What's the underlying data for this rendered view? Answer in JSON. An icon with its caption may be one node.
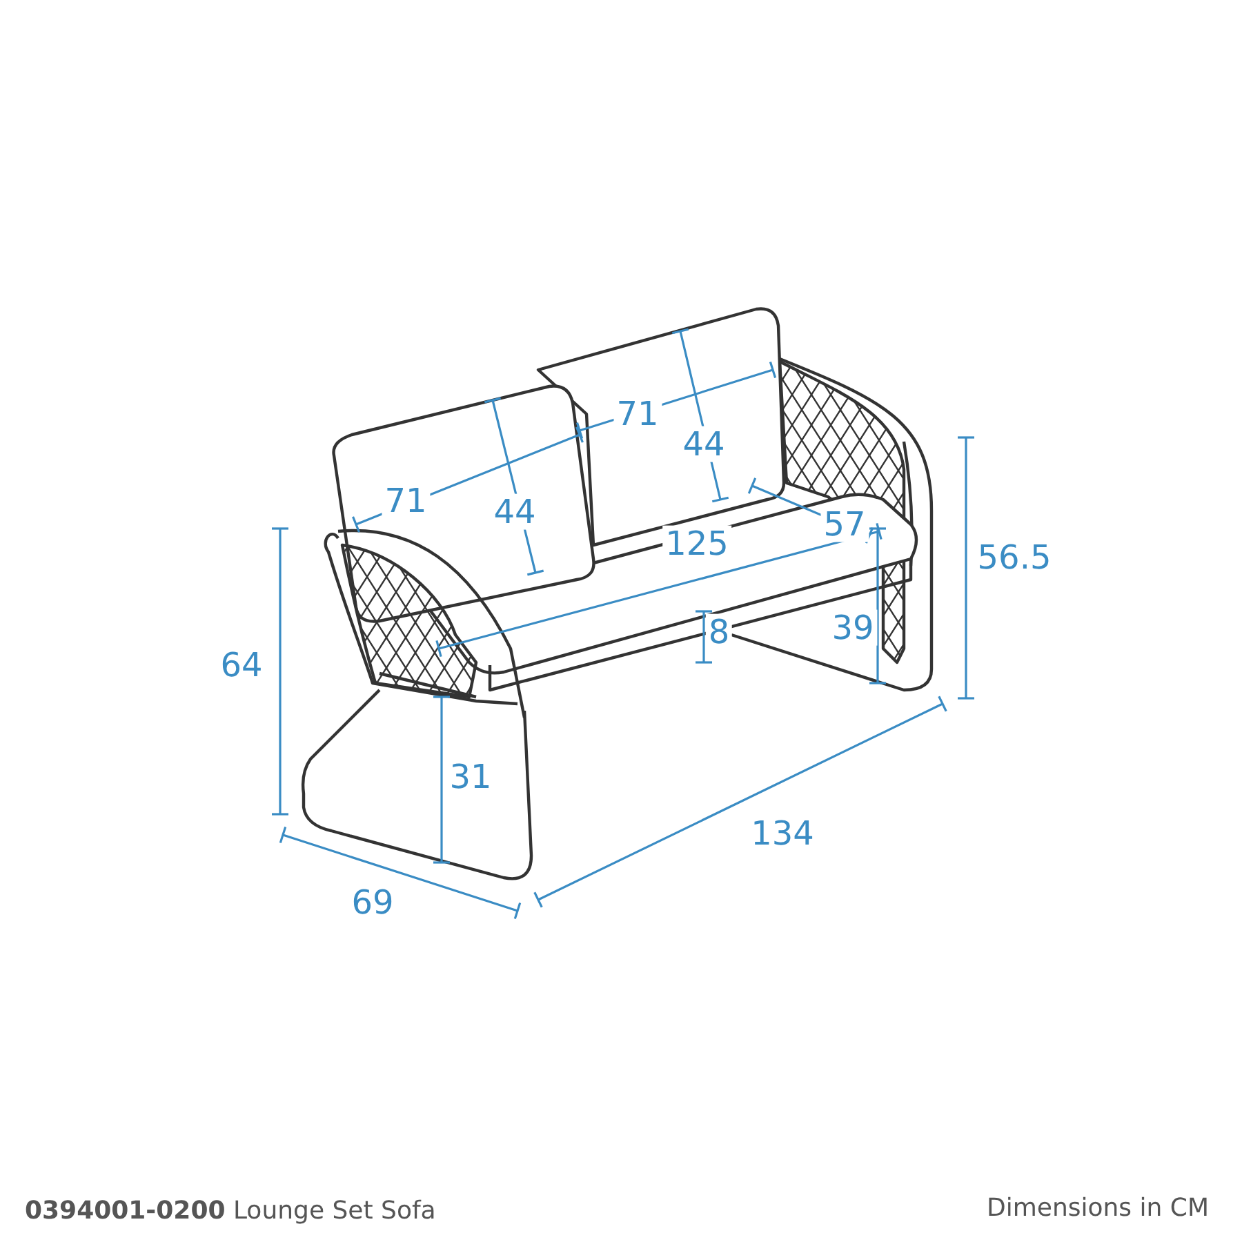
{
  "diagram": {
    "caption": "**0394001-0200** Lounge Set Sofa",
    "labels": [
      "71",
      "44",
      "71",
      "44",
      "57",
      "125",
      "56.5",
      "64",
      "8",
      "39",
      "31",
      "134",
      "69",
      "Dimensions in CM"
    ]
  }
}
